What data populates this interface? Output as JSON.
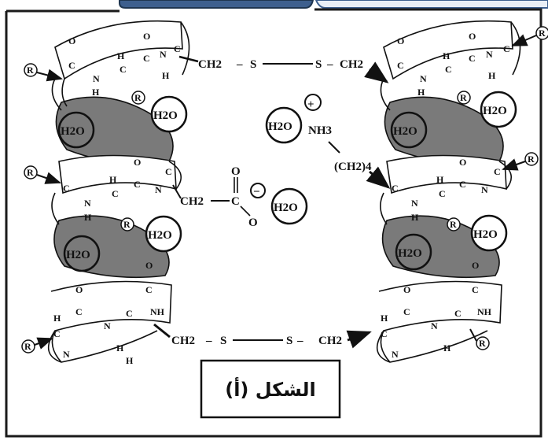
{
  "figure": {
    "caption": "الشكل (أ)",
    "water": "H2O",
    "bridge": {
      "ch2": "CH2",
      "s": "S"
    },
    "lysine": {
      "nh3": "NH3",
      "chain": "(CH2)4",
      "charge": "+"
    },
    "aspartate": {
      "ch2": "CH2",
      "c": "C",
      "o": "O",
      "charge": "−"
    },
    "backbone": {
      "n": "N",
      "h": "H",
      "c": "C",
      "o": "O",
      "nh": "NH",
      "r": "R"
    }
  },
  "colors": {
    "ribbon_shaded": "#7a7a7a",
    "border": "#1a1a1a",
    "tab": "#3d5f8e"
  }
}
